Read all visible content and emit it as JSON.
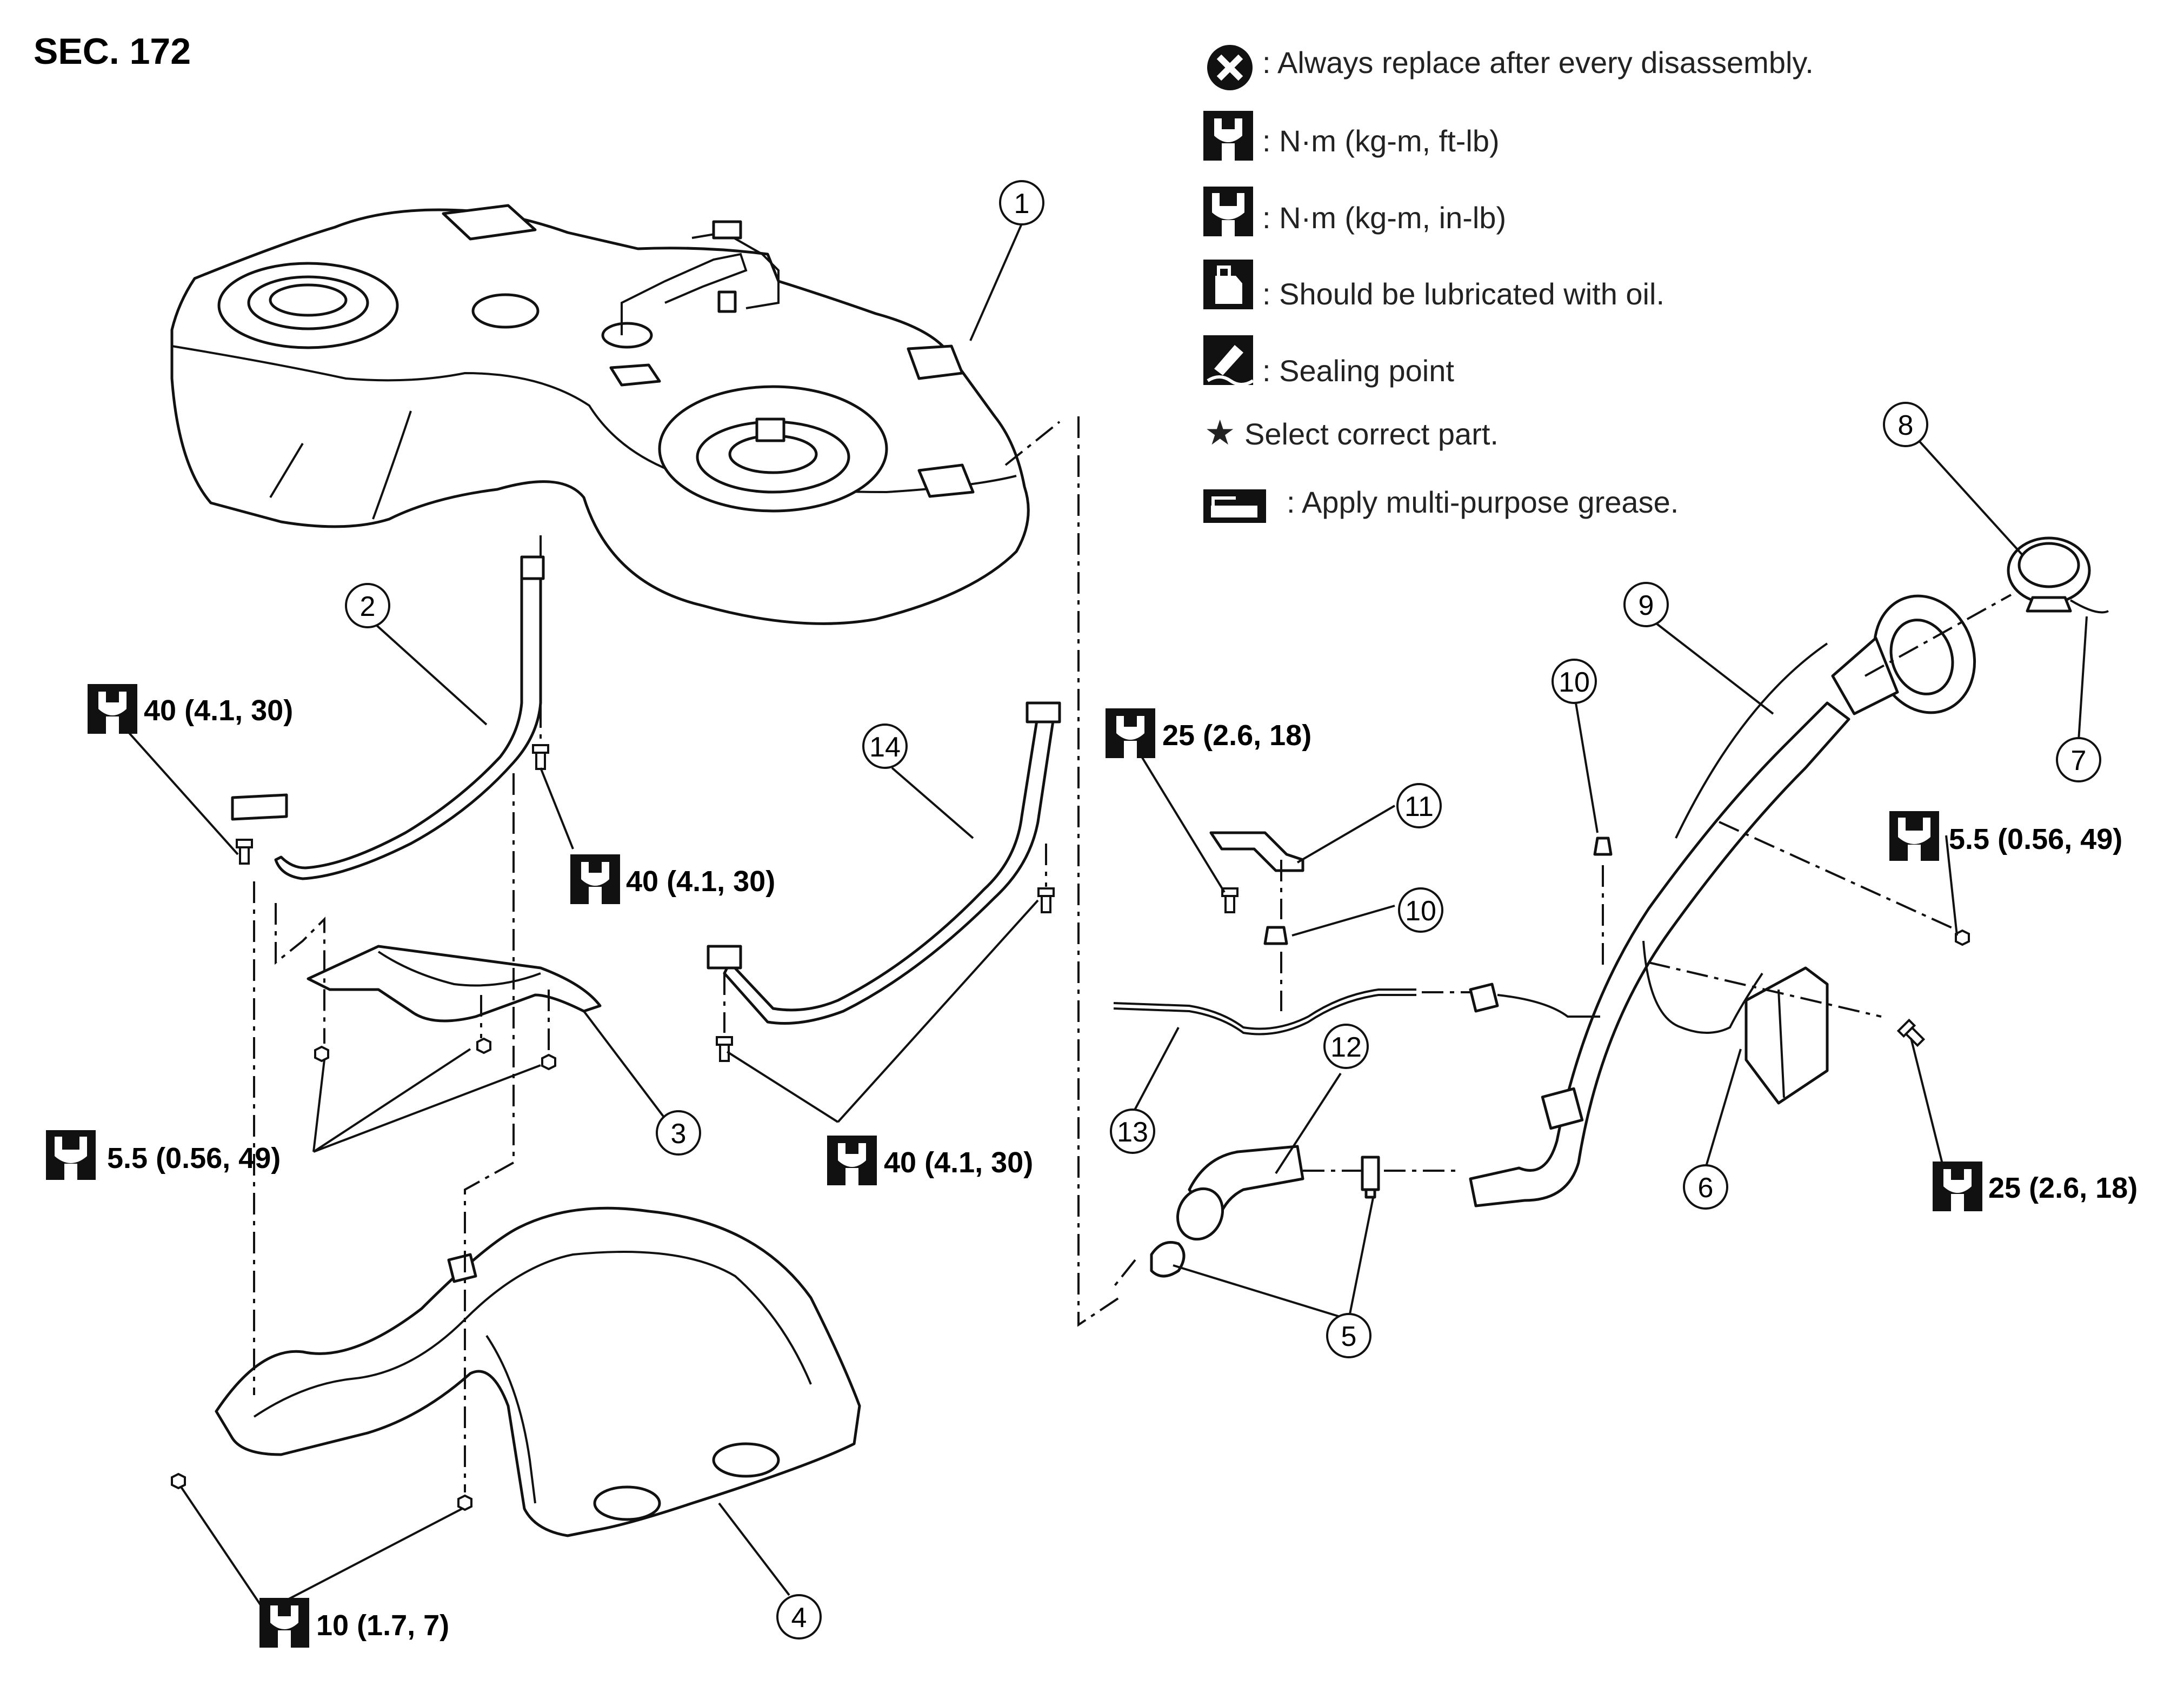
{
  "section_label": "SEC. 172",
  "legend": [
    {
      "icon": "always-replace-icon",
      "text": ": Always replace after every disassembly."
    },
    {
      "icon": "torque-wrench-ft-lb-icon",
      "text": ": N·m (kg-m, ft-lb)"
    },
    {
      "icon": "torque-wrench-in-lb-icon",
      "text": ": N·m (kg-m, in-lb)"
    },
    {
      "icon": "oil-can-icon",
      "text": ": Should be lubricated with oil."
    },
    {
      "icon": "sealing-point-icon",
      "text": ": Sealing point"
    },
    {
      "icon": "star-icon",
      "text": "Select correct part."
    },
    {
      "icon": "grease-gun-icon",
      "text": ": Apply multi-purpose grease."
    }
  ],
  "callouts": [
    "1",
    "2",
    "3",
    "4",
    "5",
    "6",
    "7",
    "8",
    "9",
    "10",
    "10",
    "11",
    "12",
    "13",
    "14"
  ],
  "torque_specs": [
    {
      "text": "40 (4.1, 30)",
      "icon": "torque-wrench-ft-lb-icon"
    },
    {
      "text": "40 (4.1, 30)",
      "icon": "torque-wrench-ft-lb-icon"
    },
    {
      "text": "5.5 (0.56, 49)",
      "icon": "torque-wrench-in-lb-icon"
    },
    {
      "text": "40 (4.1, 30)",
      "icon": "torque-wrench-ft-lb-icon"
    },
    {
      "text": "10 (1.7, 7)",
      "icon": "torque-wrench-ft-lb-icon"
    },
    {
      "text": "25 (2.6, 18)",
      "icon": "torque-wrench-ft-lb-icon"
    },
    {
      "text": "5.5 (0.56, 49)",
      "icon": "torque-wrench-in-lb-icon"
    },
    {
      "text": "25 (2.6, 18)",
      "icon": "torque-wrench-ft-lb-icon"
    }
  ]
}
